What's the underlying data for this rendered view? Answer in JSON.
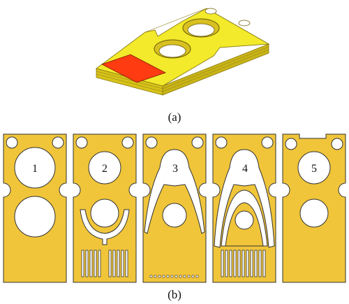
{
  "figure": {
    "caption_a": "(a)",
    "caption_b": "(b)",
    "plate_labels": [
      "1",
      "2",
      "3",
      "4",
      "5"
    ],
    "colors": {
      "plate_fill": "#f0c53a",
      "plate_top": "#f2ea2a",
      "plate_side": "#d7c21a",
      "plate_edge": "#8a7a10",
      "red_pad": "#ff3b12",
      "hole": "#ffffff",
      "outline": "#333333"
    }
  }
}
